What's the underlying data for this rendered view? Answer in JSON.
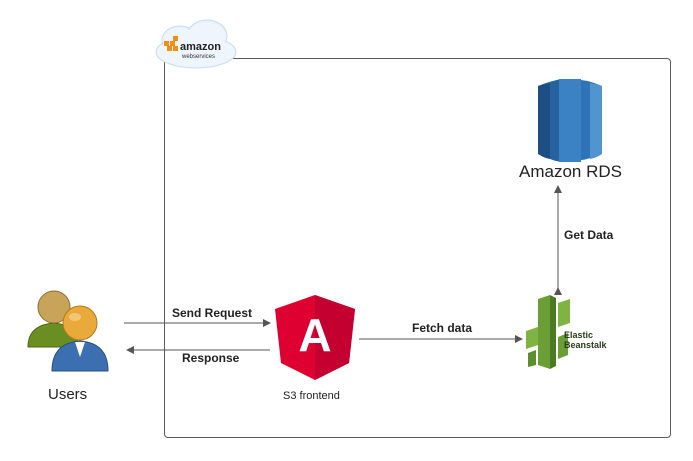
{
  "aws_logo": {
    "brand": "amazon",
    "sub": "webservices"
  },
  "nodes": {
    "users": {
      "label": "Users"
    },
    "s3_frontend": {
      "label": "S3 frontend",
      "logo_letter": "A"
    },
    "rds": {
      "label": "Amazon RDS"
    },
    "beanstalk": {
      "logo_line1": "Elastic",
      "logo_line2": "Beanstalk"
    }
  },
  "edges": {
    "send_request": "Send Request",
    "response": "Response",
    "fetch_data": "Fetch data",
    "get_data": "Get Data"
  },
  "colors": {
    "angular_red": "#dd0031",
    "angular_dark": "#c3002f",
    "rds_blue": "#2e73b8",
    "beanstalk_green": "#6b9f36",
    "arrow": "#555555"
  }
}
